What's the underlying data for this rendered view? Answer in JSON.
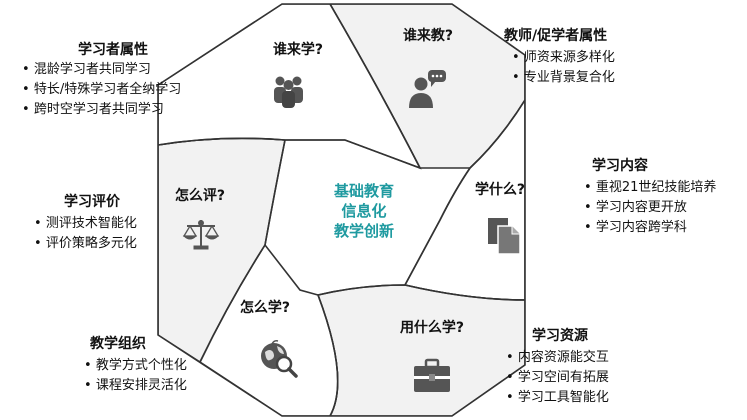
{
  "center": {
    "lines": [
      "基础教育",
      "信息化",
      "教学创新"
    ],
    "color": "#1f9aa0"
  },
  "segments": [
    {
      "id": "who-learns",
      "question": "谁来学?",
      "icon": "group-people-icon"
    },
    {
      "id": "who-teaches",
      "question": "谁来教?",
      "icon": "teacher-speech-icon"
    },
    {
      "id": "what-to-learn",
      "question": "学什么?",
      "icon": "documents-icon"
    },
    {
      "id": "what-to-use",
      "question": "用什么学?",
      "icon": "toolbox-icon"
    },
    {
      "id": "how-to-learn",
      "question": "怎么学?",
      "icon": "globe-search-icon"
    },
    {
      "id": "how-to-evaluate",
      "question": "怎么评?",
      "icon": "balance-scale-icon"
    }
  ],
  "labels": {
    "learner": {
      "title": "学习者属性",
      "items": [
        "混龄学习者共同学习",
        "特长/特殊学习者全纳学习",
        "跨时空学习者共同学习"
      ]
    },
    "teacher": {
      "title": "教师/促学者属性",
      "items": [
        "师资来源多样化",
        "专业背景复合化"
      ]
    },
    "content": {
      "title": "学习内容",
      "items": [
        "重视21世纪技能培养",
        "学习内容更开放",
        "学习内容跨学科"
      ]
    },
    "resources": {
      "title": "学习资源",
      "items": [
        "内容资源能交互",
        "学习空间有拓展",
        "学习工具智能化"
      ]
    },
    "organization": {
      "title": "教学组织",
      "items": [
        "教学方式个性化",
        "课程安排灵活化"
      ]
    },
    "evaluation": {
      "title": "学习评价",
      "items": [
        "测评技术智能化",
        "评价策略多元化"
      ]
    }
  },
  "colors": {
    "fill_light": "#f2f2f2",
    "fill_white": "#ffffff",
    "stroke": "#333333",
    "icon": "#555555"
  }
}
